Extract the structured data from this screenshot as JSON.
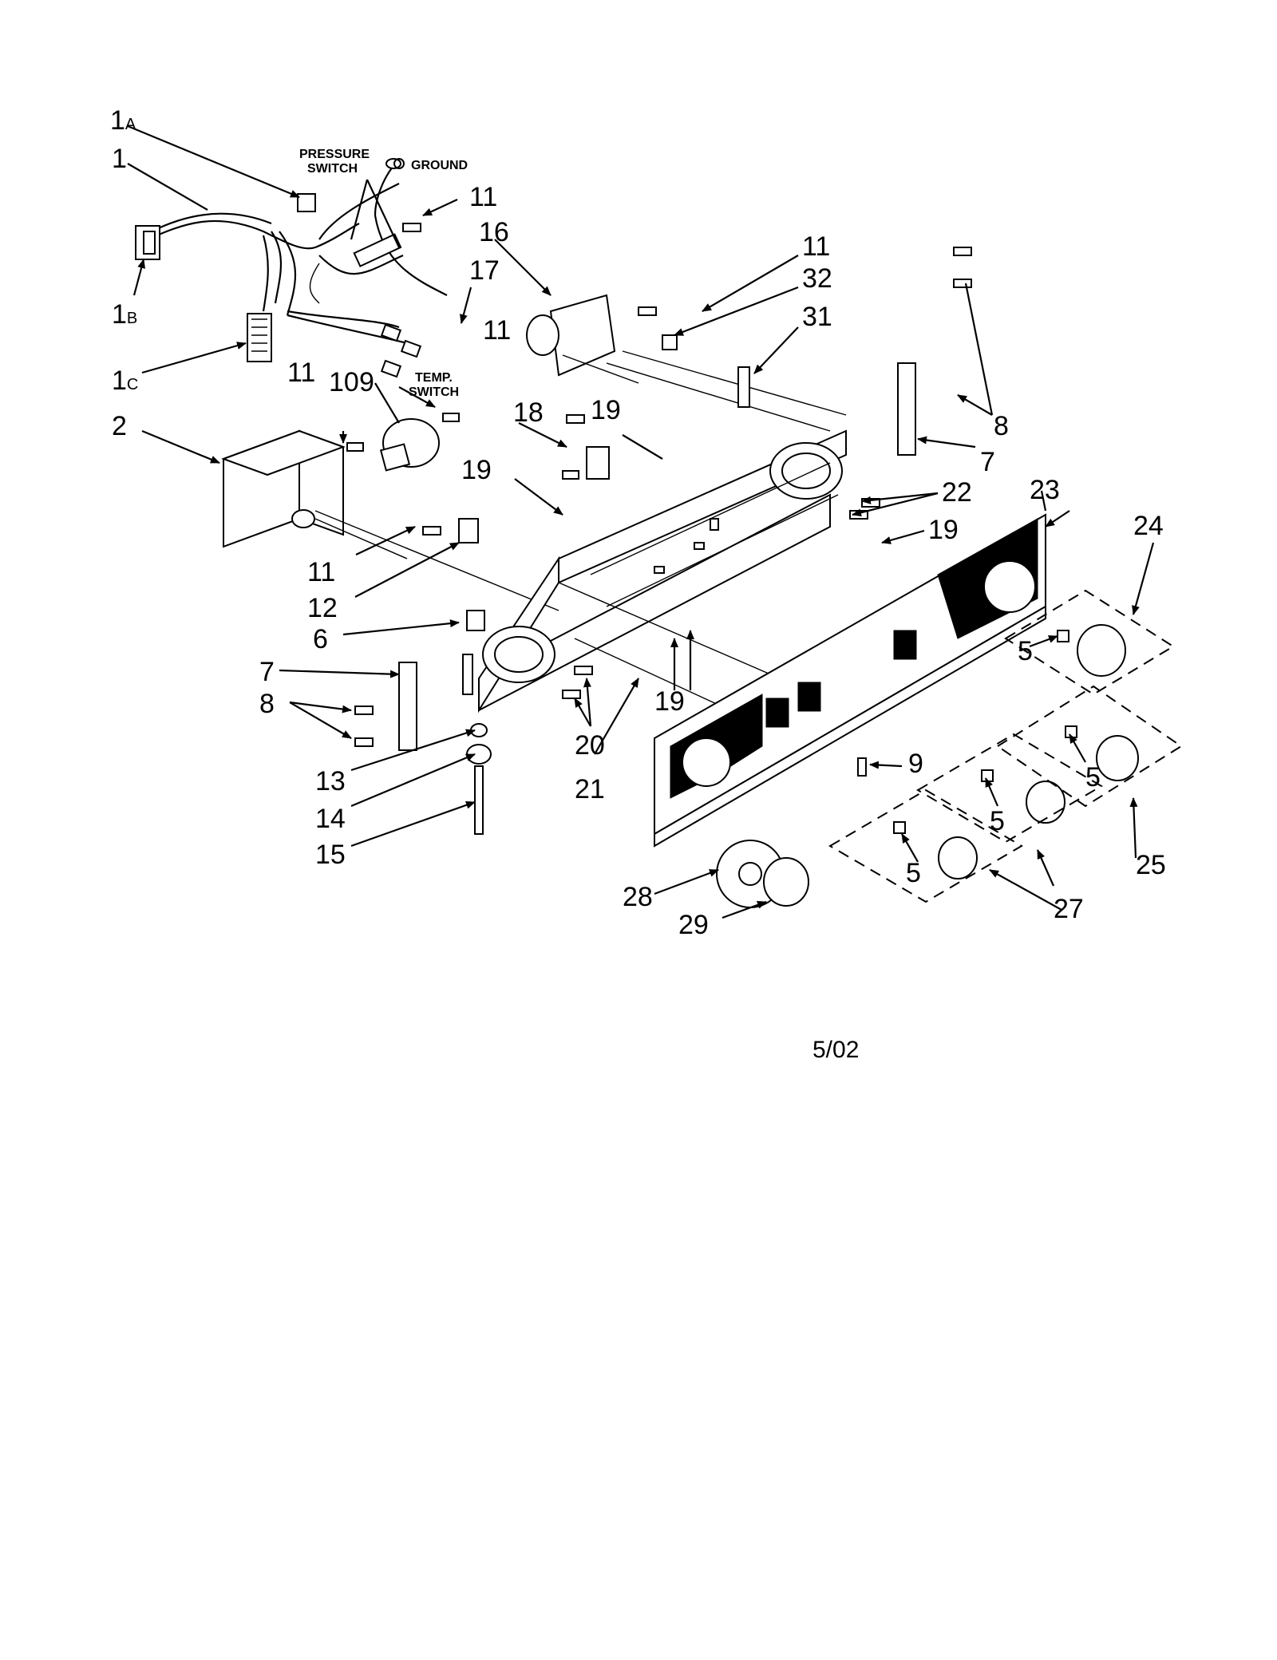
{
  "labels": {
    "p1a": {
      "num": "1",
      "sub": "A"
    },
    "p1": "1",
    "p1b": {
      "num": "1",
      "sub": "B"
    },
    "p1c": {
      "num": "1",
      "sub": "C"
    },
    "p2": "2",
    "p5a": "5",
    "p5b": "5",
    "p5c": "5",
    "p5d": "5",
    "p6": "6",
    "p7a": "7",
    "p7b": "7",
    "p8a": "8",
    "p8b": "8",
    "p9a": "9",
    "p9b": "9",
    "p10": "10",
    "p11a": "11",
    "p11b": "11",
    "p11c": "11",
    "p11d": "11",
    "p11e": "11",
    "p12": "12",
    "p13": "13",
    "p14": "14",
    "p15": "15",
    "p16": "16",
    "p17": "17",
    "p18": "18",
    "p19a": "19",
    "p19b": "19",
    "p19c": "19",
    "p19d": "19",
    "p20": "20",
    "p21": "21",
    "p22": "22",
    "p23": "23",
    "p24": "24",
    "p25": "25",
    "p27": "27",
    "p28": "28",
    "p29": "29",
    "p31": "31",
    "p32": "32"
  },
  "callouts": {
    "pressure_switch_1": "PRESSURE",
    "pressure_switch_2": "SWITCH",
    "ground": "GROUND",
    "temp_switch_1": "TEMP.",
    "temp_switch_2": "SWITCH"
  },
  "footer": {
    "date": "5/02"
  },
  "colors": {
    "ink": "#000000",
    "paper": "#ffffff"
  }
}
